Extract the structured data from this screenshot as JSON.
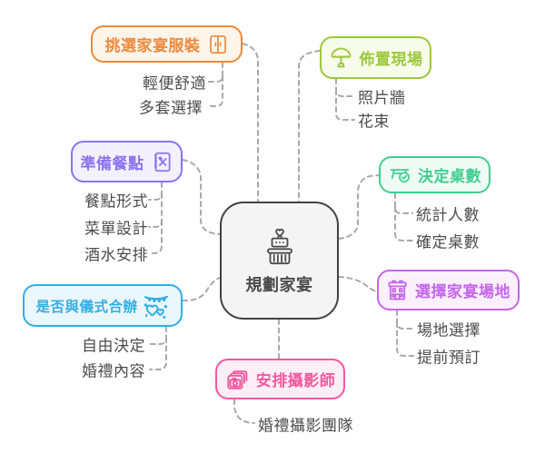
{
  "diagram": {
    "center": {
      "label": "規劃家宴",
      "icon": "wedding-cake-icon"
    },
    "branches": [
      {
        "label": "挑選家宴服裝",
        "icon": "wardrobe-icon",
        "color": "#ED8A3D",
        "bg": "#FDF4EA",
        "children": [
          "輕便舒適",
          "多套選擇"
        ]
      },
      {
        "label": "佈置現場",
        "icon": "umbrella-icon",
        "color": "#9CC83C",
        "bg": "#F7FBEB",
        "children": [
          "照片牆",
          "花束"
        ]
      },
      {
        "label": "準備餐點",
        "icon": "menu-icon",
        "color": "#8B74F0",
        "bg": "#F3F1FE",
        "children": [
          "餐點形式",
          "菜單設計",
          "酒水安排"
        ]
      },
      {
        "label": "決定桌數",
        "icon": "table-check-icon",
        "color": "#41CE90",
        "bg": "#EFFBF5",
        "children": [
          "統計人數",
          "確定桌數"
        ]
      },
      {
        "label": "是否與儀式合辦",
        "icon": "hearts-banner-icon",
        "color": "#32AEE4",
        "bg": "#EAF7FD",
        "children": [
          "自由決定",
          "婚禮內容"
        ]
      },
      {
        "label": "選擇家宴場地",
        "icon": "building-icon",
        "color": "#C566EA",
        "bg": "#FAF0FE",
        "children": [
          "場地選擇",
          "提前預訂"
        ]
      },
      {
        "label": "安排攝影師",
        "icon": "camera-stack-icon",
        "color": "#F25A9F",
        "bg": "#FEEFF6",
        "children": [
          "婚禮攝影團隊"
        ]
      }
    ],
    "colors": {
      "center_border": "#424242",
      "center_bg": "#F4F4F4",
      "center_text": "#4A4A4A",
      "connector": "#A9A9A9",
      "child_text": "#4D4D4D"
    }
  }
}
